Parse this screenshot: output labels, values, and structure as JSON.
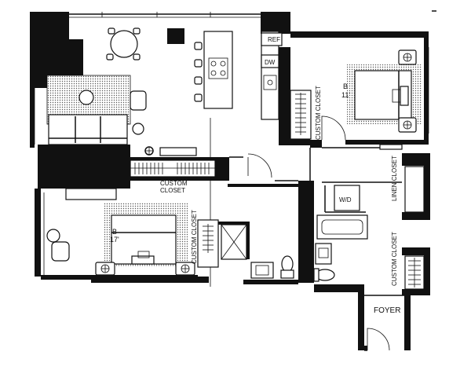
{
  "labels": {
    "ref": "REF",
    "dw": "DW",
    "custom_closet_main": "CUSTOM",
    "custom_closet_main_2": "CLOSET",
    "custom_closet_bed1": "CUSTOM CLOSET",
    "custom_closet_bed2": "CUSTOM CLOSET",
    "custom_closet_foyer": "CUSTOM CLOSET",
    "linen_closet": "LINEN CLOSET",
    "wd": "W/D",
    "foyer": "FOYER",
    "bedroom_right_fragment": "B",
    "bedroom_right_dim": "11'",
    "bedroom_left_fragment": "B",
    "bedroom_left_dim": "17'"
  },
  "colors": {
    "wall": "#111111",
    "background": "#ffffff"
  }
}
